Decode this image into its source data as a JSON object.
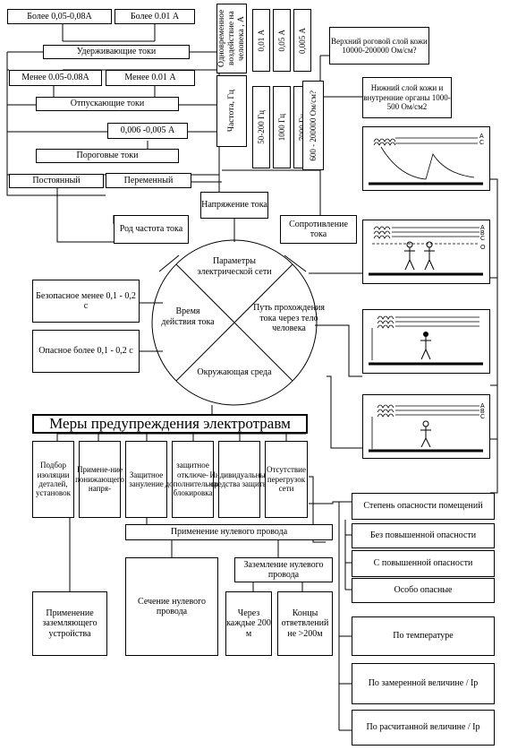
{
  "holding": {
    "title": "Удерживающие токи",
    "over": "Более 0,05-0,08А",
    "over_low": "Более 0.01 А"
  },
  "release": {
    "title": "Отпускающие токи",
    "under": "Менее 0.05-0.08А",
    "under_low": "Менее 0.01 А"
  },
  "threshold": {
    "title": "Пороговые токи",
    "range": "0,006 -0,005 А"
  },
  "current_kind": {
    "dc": "Постоянный",
    "ac": "Переменный"
  },
  "frequency": {
    "values": [
      "Одновременное воздействие на человека , А",
      "Частота, Гц",
      "50-200 Гц",
      "1000 Гц",
      "7000 Гц"
    ],
    "currents": [
      "0,01 А",
      "0,05 А",
      "0,005 А"
    ]
  },
  "resistance": {
    "column": "600 - 200000 Ом/см?",
    "top_layer": "Верхний роговой слой кожи 10000-200000 Ом/см?",
    "inner": "Нижний слой кожи и внутренние органы 1000-500 Ом/см2"
  },
  "params": {
    "kind_freq": "Род частота тока",
    "voltage": "Напряжение тока",
    "resistance": "Сопротивление тока"
  },
  "circle": {
    "top": "Параметры электрической сети",
    "left": "Время действия тока",
    "right": "Путь прохождения тока через тело человека",
    "bottom": "Окружающая среда"
  },
  "time": {
    "safe": "Безопасное менее 0,1 - 0,2 с",
    "danger": "Опасное более 0,1 - 0,2 с"
  },
  "measures": {
    "title": "Меры предупреждения электротравм",
    "items": [
      "Подбор изоляции деталей, установок",
      "Примене-ние понижающего напря-",
      "Защитное зануление",
      "защитное отключе- дополнительная блокировка",
      "Индивидуальные средства защиты",
      "Отсутствие перегрузок сети"
    ]
  },
  "neutral": {
    "title": "Применение нулевого провода",
    "section": "Сечение нулевого провода",
    "grounding": "Заземление нулевого провода",
    "every": "Через каждые 200 м",
    "ends": "Концы ответвлений не >200м",
    "ground_device": "Применение заземляющего устройства"
  },
  "danger": {
    "title": "Степень опасности помещений",
    "levels": [
      "Без повышенной опасности",
      "С повышенной опасности",
      "Особо опасные"
    ]
  },
  "by": {
    "temperature": "По температуре",
    "measured": "По замеренной величине / Ip",
    "calculated": "По расчитанной величине / Ip"
  },
  "wiring_labels": {
    "phases": [
      "A",
      "B",
      "C"
    ],
    "neutral": "O"
  }
}
